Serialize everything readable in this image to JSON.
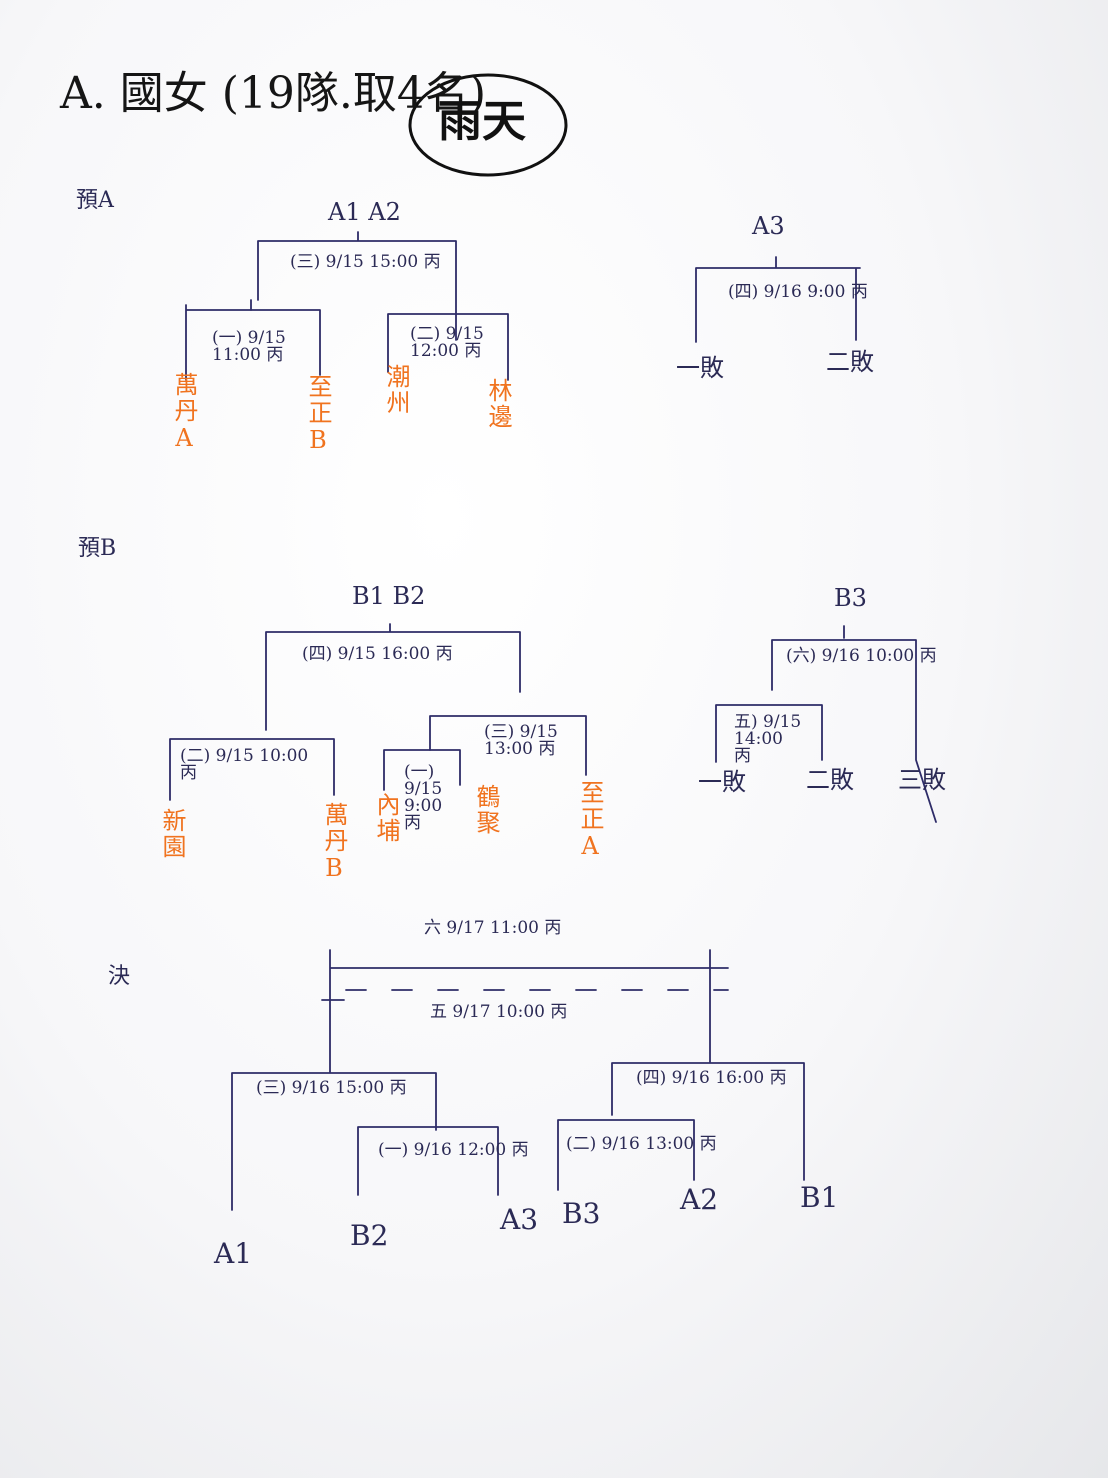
{
  "title": "A. 國女 (19隊.取4名)",
  "weather": "雨天",
  "pool_a": {
    "heading": "預A",
    "group_12": {
      "label": "A1 A2",
      "final_match": "(三) 9/15 15:00 丙",
      "match_1": "(一) 9/15 11:00 丙",
      "match_2": "(二) 9/15 12:00 丙",
      "teams": [
        "萬丹A",
        "至正B",
        "潮州",
        "林邊"
      ]
    },
    "group_3": {
      "label": "A3",
      "match": "(四) 9/16 9:00 丙",
      "losers": [
        "一敗",
        "二敗"
      ]
    }
  },
  "pool_b": {
    "heading": "預B",
    "group_12": {
      "label": "B1 B2",
      "final_match": "(四) 9/15 16:00 丙",
      "match_2": "(二) 9/15 10:00 丙",
      "match_3": "(三) 9/15 13:00 丙",
      "match_1": "(一) 9/15 9:00 丙",
      "teams": [
        "新園",
        "萬丹B",
        "內埔",
        "鶴聚",
        "至正A"
      ]
    },
    "group_3": {
      "label": "B3",
      "match_6": "(六) 9/16 10:00 丙",
      "match_5": "五) 9/15 14:00 丙",
      "losers": [
        "一敗",
        "二敗",
        "三敗"
      ]
    }
  },
  "final": {
    "heading": "決",
    "match_6": "六 9/17 11:00 丙",
    "match_5": "五 9/17 10:00 丙",
    "match_3": "(三) 9/16 15:00 丙",
    "match_1": "(一) 9/16 12:00 丙",
    "match_4": "(四) 9/16 16:00 丙",
    "match_2": "(二) 9/16 13:00 丙",
    "seeds": [
      "A1",
      "B2",
      "A3",
      "B3",
      "A2",
      "B1"
    ]
  }
}
